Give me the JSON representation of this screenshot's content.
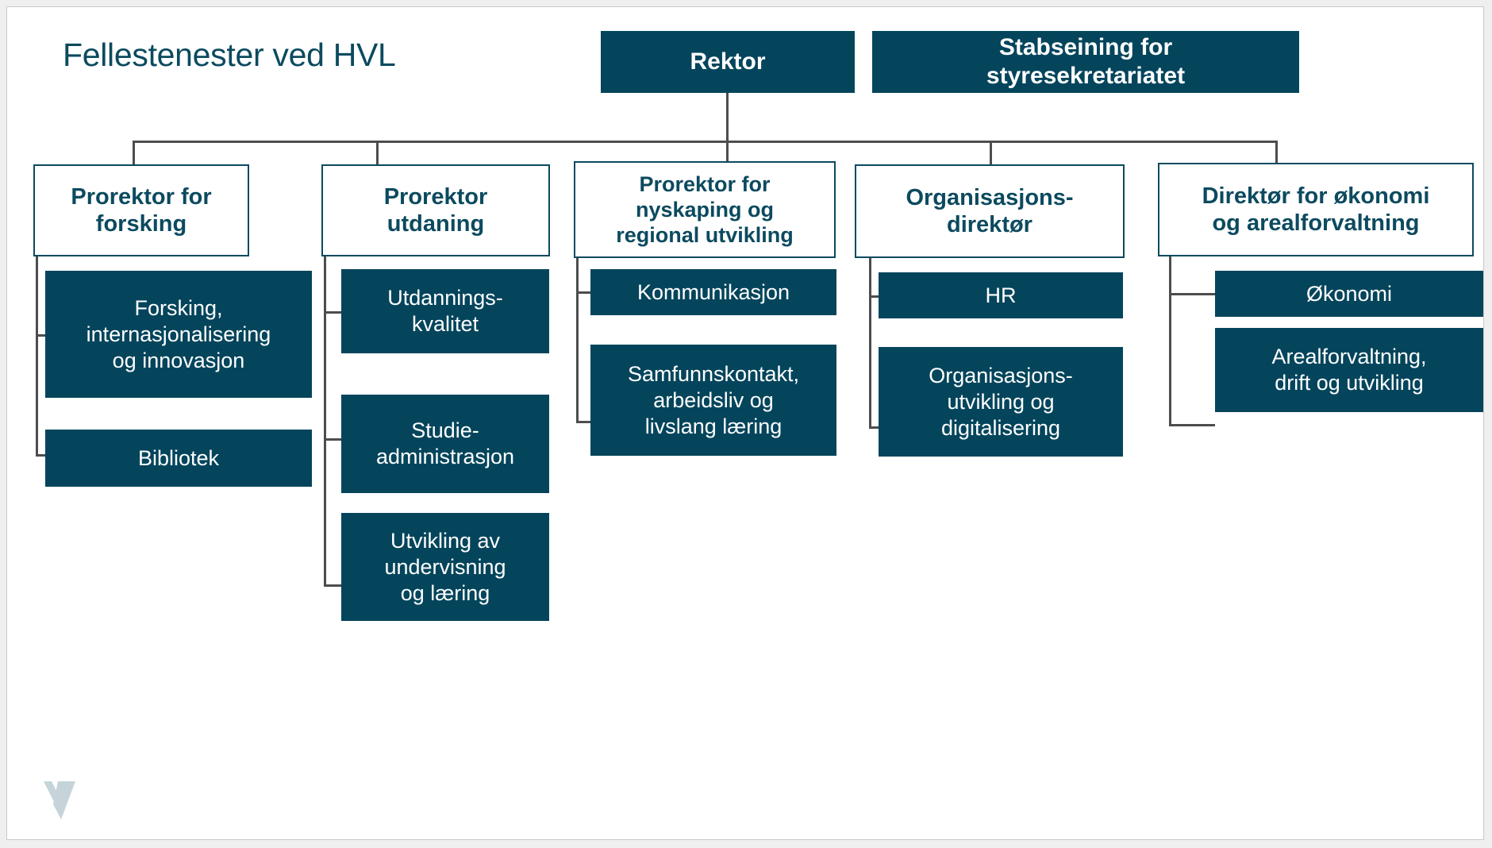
{
  "slide": {
    "title": "Fellestenester ved HVL",
    "logo_name": "hvl-logo-mark",
    "colors": {
      "dark_teal": "#04455c",
      "outline_teal": "#0c4a5f",
      "connector_grey": "#4d4d4d",
      "page_background": "#efefef",
      "slide_background": "#ffffff",
      "logo_grey_blue": "#c6d4da"
    }
  },
  "chart_data": {
    "type": "org-chart",
    "title": "Fellestenester ved HVL",
    "root": "Rektor",
    "aside": "Stabseining for styresekretariatet",
    "columns": [
      {
        "head": "Prorektor for forsking",
        "children": [
          "Forsking, internasjonalisering og innovasjon",
          "Bibliotek"
        ]
      },
      {
        "head": "Prorektor utdaning",
        "children": [
          "Utdannings-kvalitet",
          "Studie-administrasjon",
          "Utvikling av undervisning og læring"
        ]
      },
      {
        "head": "Prorektor for nyskaping og regional utvikling",
        "children": [
          "Kommunikasjon",
          "Samfunnskontakt, arbeidsliv og livslang læring"
        ]
      },
      {
        "head": "Organisasjons-direktør",
        "children": [
          "HR",
          "Organisasjons-utvikling og digitalisering"
        ]
      },
      {
        "head": "Direktør for økonomi og arealforvaltning",
        "children": [
          "Økonomi",
          "Arealforvaltning, drift og utvikling"
        ]
      }
    ]
  },
  "nodes": {
    "rektor": "Rektor",
    "stabseining": "Stabseining for\nstyresekretariatet",
    "col1_head": "Prorektor for\nforsking",
    "col1_c1": "Forsking,\ninternasjonalisering\nog innovasjon",
    "col1_c2": "Bibliotek",
    "col2_head": "Prorektor\nutdaning",
    "col2_c1": "Utdannings-\nkvalitet",
    "col2_c2": "Studie-\nadministrasjon",
    "col2_c3": "Utvikling av\nundervisning\nog læring",
    "col3_head": "Prorektor for\nnyskaping og\nregional utvikling",
    "col3_c1": "Kommunikasjon",
    "col3_c2": "Samfunnskontakt,\narbeidsliv og\nlivslang læring",
    "col4_head": "Organisasjons-\ndirektør",
    "col4_c1": "HR",
    "col4_c2": "Organisasjons-\nutvikling og\ndigitalisering",
    "col5_head": "Direktør for økonomi\nog arealforvaltning",
    "col5_c1": "Økonomi",
    "col5_c2": "Arealforvaltning,\ndrift og utvikling"
  }
}
